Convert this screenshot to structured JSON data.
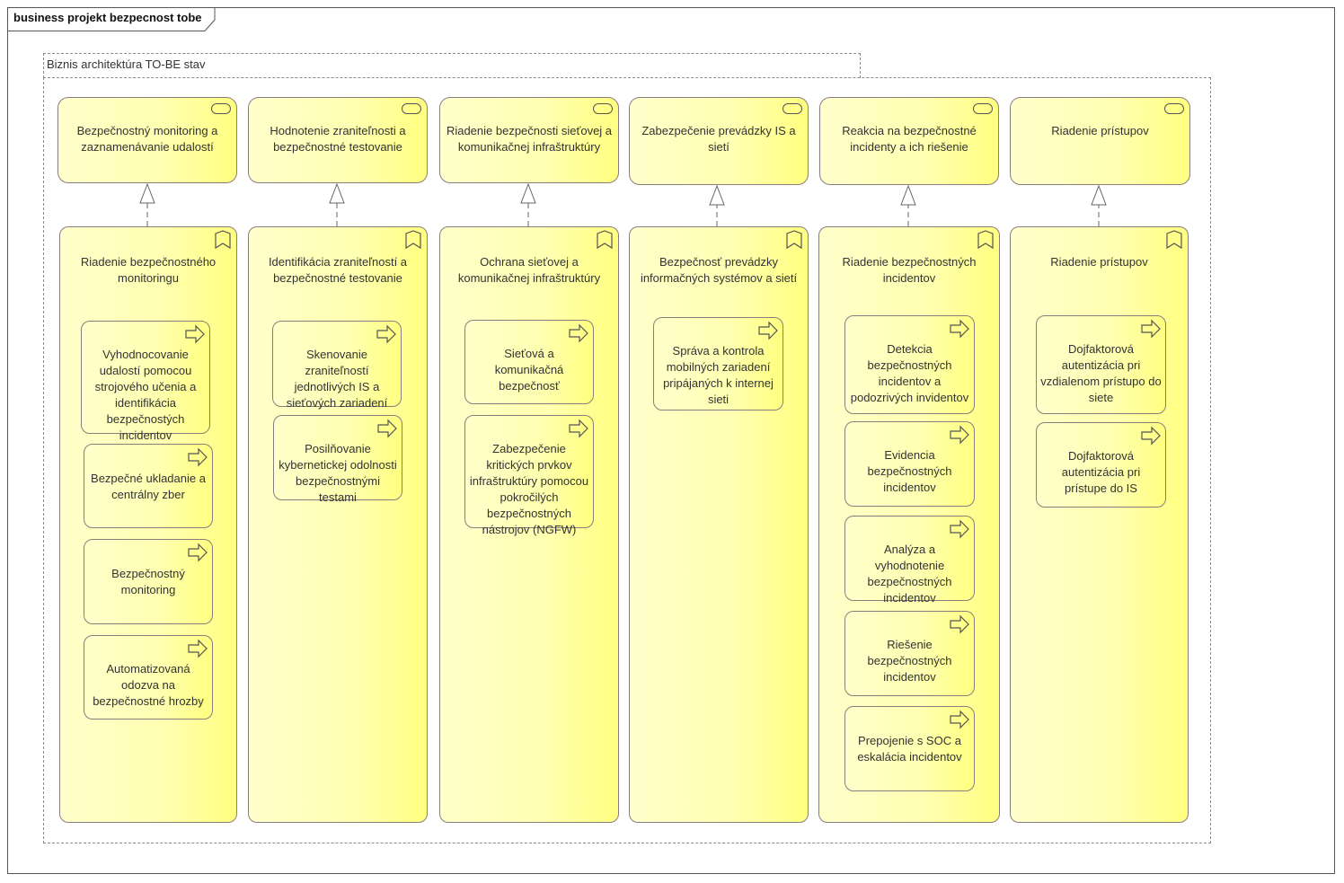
{
  "frame": {
    "title": "business projekt bezpecnost tobe"
  },
  "group": {
    "title": "Biznis architektúra TO-BE stav"
  },
  "columns": [
    {
      "service": "Bezpečnostný monitoring a zaznamenávanie udalostí",
      "function": "Riadenie bezpečnostného monitoringu",
      "processes": [
        "Vyhodnocovanie udalostí pomocou strojového učenia a identifikácia bezpečnostých incidentov",
        "Bezpečné ukladanie a centrálny zber",
        "Bezpečnostný monitoring",
        "Automatizovaná odozva na bezpečnostné hrozby"
      ]
    },
    {
      "service": "Hodnotenie zraniteľnosti a bezpečnostné testovanie",
      "function": "Identifikácia zraniteľností a bezpečnostné testovanie",
      "processes": [
        "Skenovanie zraniteľností jednotlivých IS a sieťových zariadení",
        "Posilňovanie kybernetickej odolnosti bezpečnostnými testami"
      ]
    },
    {
      "service": "Riadenie bezpečnosti sieťovej a komunikačnej infraštruktúry",
      "function": "Ochrana sieťovej a komunikačnej infraštruktúry",
      "processes": [
        "Sieťová a komunikačná bezpečnosť",
        "Zabezpečenie kritických prvkov infraštruktúry pomocou pokročilých bezpečnostných nástrojov (NGFW)"
      ]
    },
    {
      "service": "Zabezpečenie prevádzky IS a sietí",
      "function": "Bezpečnosť prevádzky informačných systémov a sietí",
      "processes": [
        "Správa a kontrola mobilných zariadení pripájaných k internej sieti"
      ]
    },
    {
      "service": "Reakcia na bezpečnostné incidenty a ich riešenie",
      "function": "Riadenie bezpečnostných incidentov",
      "processes": [
        "Detekcia bezpečnostných incidentov a podozrivých invidentov",
        "Evidencia bezpečnostných incidentov",
        "Analýza a vyhodnotenie bezpečnostných incidentov",
        "Riešenie bezpečnostných incidentov",
        "Prepojenie s SOC a eskalácia incidentov"
      ]
    },
    {
      "service": "Riadenie prístupov",
      "function": "Riadenie prístupov",
      "processes": [
        "Dojfaktorová autentizácia pri vzdialenom prístupo do siete",
        "Dojfaktorová autentizácia pri prístupe do IS"
      ]
    }
  ]
}
